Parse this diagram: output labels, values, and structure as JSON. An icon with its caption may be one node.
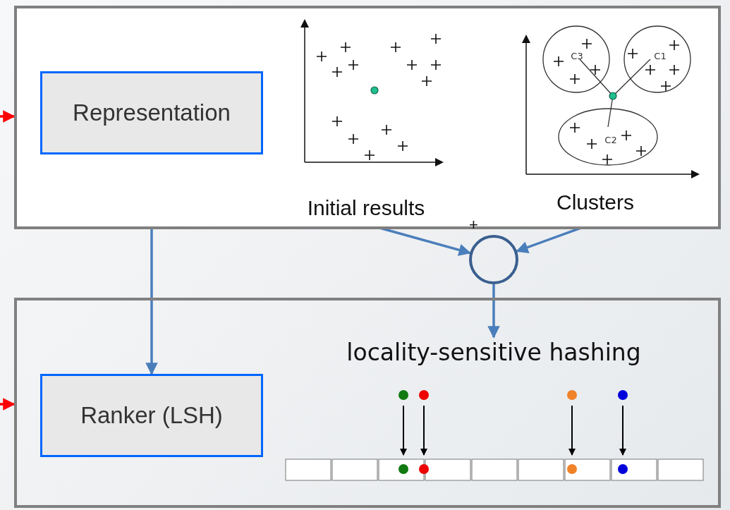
{
  "diagram": {
    "nodes": [
      {
        "text": [],
        "shape": "box"
      },
      {
        "text": [
          "Representation"
        ],
        "in": 0
      },
      {
        "text": [
          "Initial results"
        ],
        "in": 0
      },
      {
        "text": [
          "Clusters"
        ],
        "in": 0
      },
      {
        "text": [],
        "shape": "circle"
      },
      {
        "text": [],
        "shape": "box"
      },
      {
        "text": [
          "Ranker (LSH)"
        ],
        "in": 5
      },
      {
        "text": [
          "locality-sensitive hashing"
        ],
        "in": 5
      }
    ],
    "edges": [
      {
        "from": null,
        "to": 0,
        "arrow": "to",
        "color": "#ff0000"
      },
      {
        "from": 1,
        "to": 6,
        "arrow": "to"
      },
      {
        "from": 2,
        "to": 4,
        "arrow": "to"
      },
      {
        "from": 3,
        "to": 4,
        "arrow": "to"
      },
      {
        "from": 4,
        "to": 7,
        "arrow": "to"
      },
      {
        "from": null,
        "to": 5,
        "arrow": "to",
        "color": "#ff0000"
      }
    ],
    "labels": [
      "C3",
      "C1",
      "C2",
      "+"
    ]
  }
}
